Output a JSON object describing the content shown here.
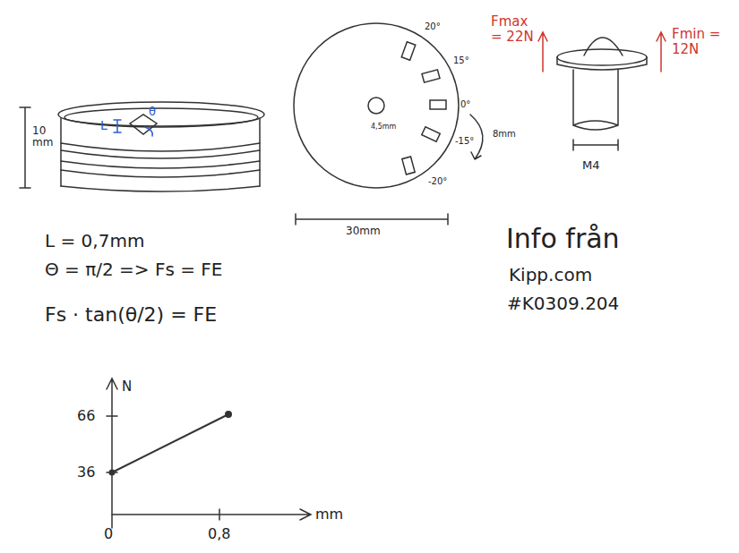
{
  "diagram": {
    "labels": [
      "10 mm",
      "L",
      "θ",
      "L = 0,7mm",
      "Θ = π/2  =>  Fs = FE",
      "Fs · tan(θ/2) = FE",
      "N",
      "66",
      "36",
      "0",
      "0,8",
      "mm",
      "20°",
      "15°",
      "0°",
      "-15°",
      "-20°",
      "8mm",
      "4,5mm",
      "30mm",
      "Fmax = 22N",
      "Fmin = 12N",
      "M4",
      "Info från",
      "Kipp.com",
      "#K0309.204"
    ]
  }
}
